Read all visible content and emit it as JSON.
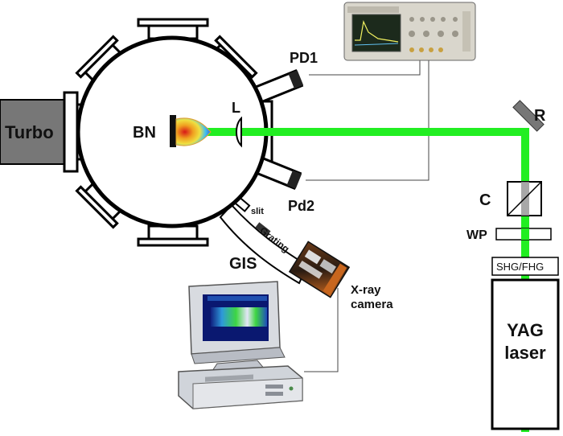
{
  "labels": {
    "turbo": "Turbo",
    "bn": "BN",
    "lens": "L",
    "pd1": "PD1",
    "pd2": "Pd2",
    "slit": "slit",
    "grating": "Grating",
    "gis": "GIS",
    "xray_camera_line1": "X-ray",
    "xray_camera_line2": "camera",
    "mirror": "R",
    "cube": "C",
    "waveplate": "WP",
    "harmonic_gen": "SHG/FHG",
    "laser_line1": "YAG",
    "laser_line2": "laser"
  },
  "colors": {
    "beam": "#22ee22",
    "chamber": "#000000",
    "turbo_fill": "#777777",
    "mirror": "#777777",
    "oscilloscope_body": "#d9d6cc",
    "screen_bg": "#1c2a1c",
    "monitor_body": "#d8dbe0",
    "camera_body": "#2a1c12",
    "camera_accent": "#c8661e"
  },
  "icons": [
    "oscilloscope-icon",
    "computer-icon",
    "xray-camera-icon",
    "plasma-plume-icon"
  ]
}
